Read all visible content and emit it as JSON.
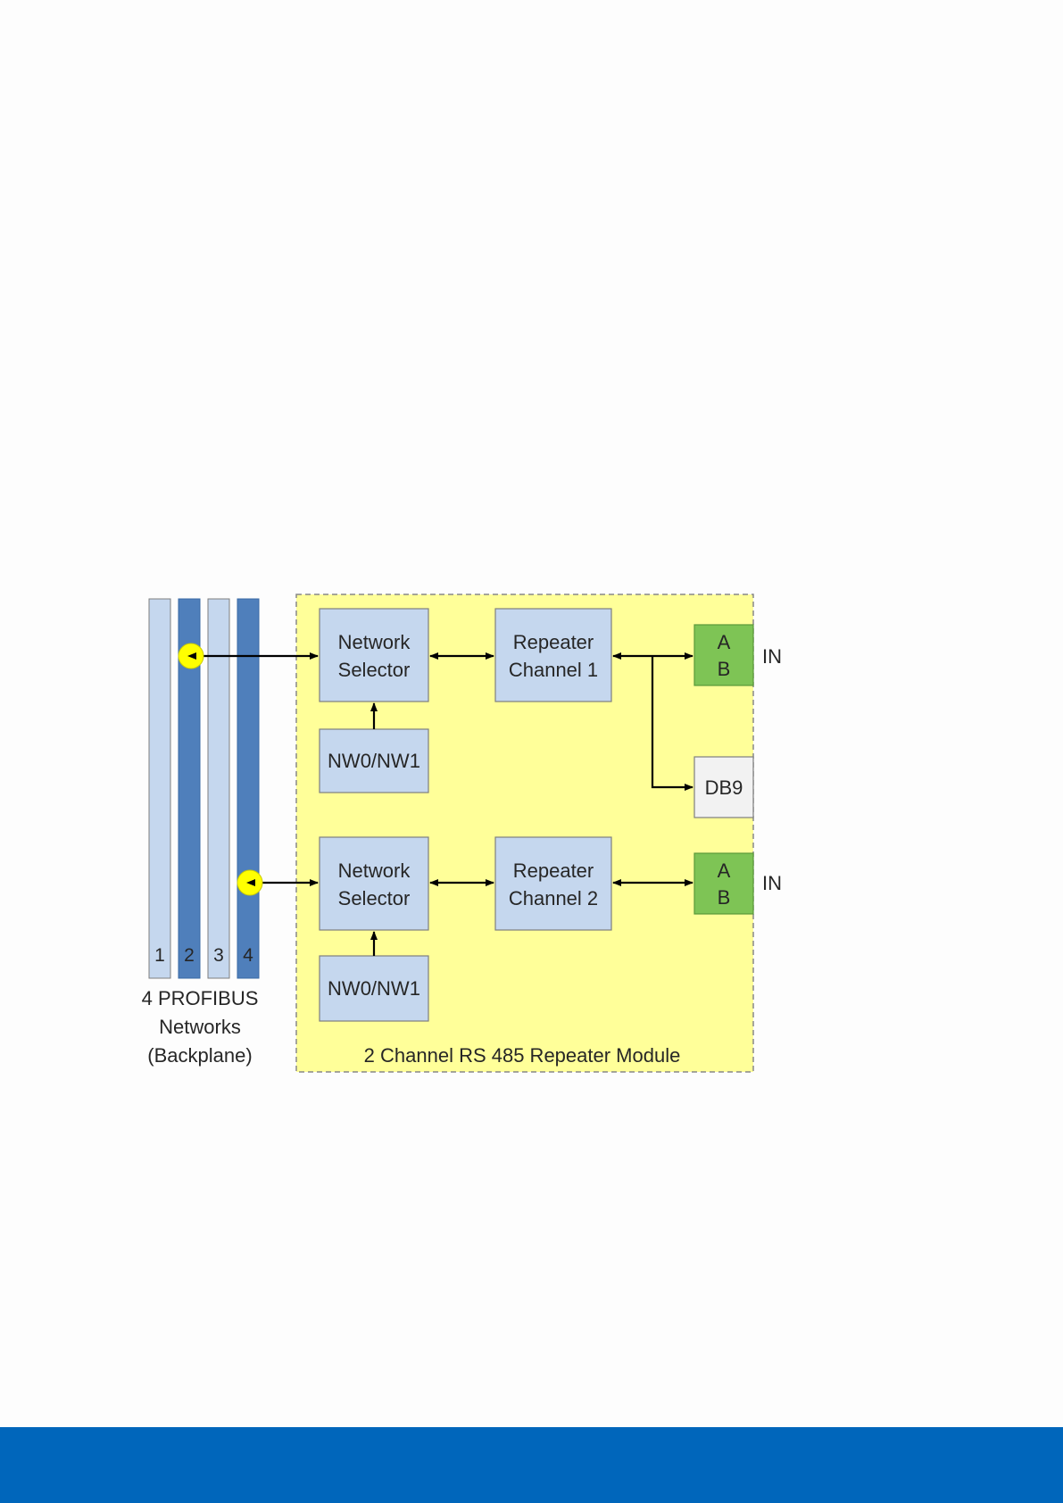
{
  "colors": {
    "module_bg": "#ffff99",
    "module_border": "#888888",
    "box_fill": "#c5d7ee",
    "box_border": "#7f7f7f",
    "bus_light": "#c5d7ee",
    "bus_dark": "#4f7fbb",
    "connector_green": "#7ec455",
    "db9_fill": "#f2f2f2",
    "junction_yellow": "#ffff00",
    "footer": "#0066bb"
  },
  "buses": [
    {
      "label": "1",
      "style": "light"
    },
    {
      "label": "2",
      "style": "dark"
    },
    {
      "label": "3",
      "style": "light"
    },
    {
      "label": "4",
      "style": "dark"
    }
  ],
  "bus_caption": [
    "4 PROFIBUS",
    "Networks",
    "(Backplane)"
  ],
  "module_caption": "2 Channel RS 485 Repeater Module",
  "channel1": {
    "selector": [
      "Network",
      "Selector"
    ],
    "switch": "NW0/NW1",
    "repeater": [
      "Repeater",
      "Channel 1"
    ],
    "connector": [
      "A",
      "B"
    ],
    "connector_label": "IN",
    "db9": "DB9"
  },
  "channel2": {
    "selector": [
      "Network",
      "Selector"
    ],
    "switch": "NW0/NW1",
    "repeater": [
      "Repeater",
      "Channel 2"
    ],
    "connector": [
      "A",
      "B"
    ],
    "connector_label": "IN"
  }
}
